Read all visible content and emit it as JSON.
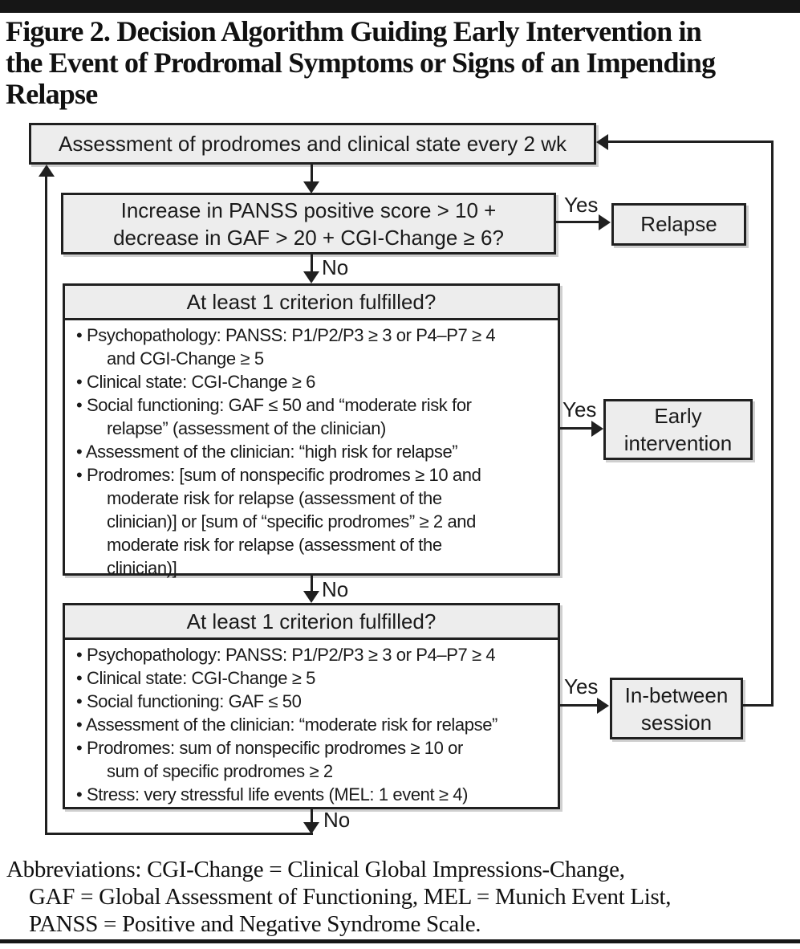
{
  "title": {
    "lines": [
      "Figure 2. Decision Algorithm Guiding Early Intervention in",
      "the Event of Prodromal Symptoms or Signs of an Impending",
      "Relapse"
    ]
  },
  "flow": {
    "assessment": {
      "label": "Assessment of prodromes and clinical state every 2 wk"
    },
    "question": {
      "lines": [
        "Increase in PANSS positive score > 10 +",
        "decrease in GAF > 20 + CGI-Change ≥ 6?"
      ]
    },
    "labels": {
      "yes": "Yes",
      "no": "No"
    },
    "relapse": {
      "label": "Relapse"
    },
    "early": {
      "lines": [
        "Early",
        "intervention"
      ]
    },
    "inbetween": {
      "lines": [
        "In-between",
        "session"
      ]
    },
    "criteria1": {
      "header": "At least 1 criterion fulfilled?",
      "items": [
        [
          "Psychopathology: PANSS: P1/P2/P3 ≥ 3 or P4–P7 ≥ 4",
          "and CGI-Change ≥ 5"
        ],
        [
          "Clinical state: CGI-Change ≥ 6"
        ],
        [
          "Social functioning: GAF ≤ 50 and “moderate risk for",
          "relapse” (assessment of the clinician)"
        ],
        [
          "Assessment of the clinician: “high risk for relapse”"
        ],
        [
          "Prodromes: [sum of nonspecific prodromes ≥ 10 and",
          "moderate risk for relapse (assessment of the",
          "clinician)] or [sum of “specific prodromes” ≥ 2 and",
          "moderate risk for relapse (assessment of the",
          "clinician)]"
        ]
      ]
    },
    "criteria2": {
      "header": "At least 1 criterion fulfilled?",
      "items": [
        [
          "Psychopathology: PANSS: P1/P2/P3 ≥ 3 or P4–P7 ≥ 4"
        ],
        [
          "Clinical state: CGI-Change ≥ 5"
        ],
        [
          "Social functioning: GAF ≤ 50"
        ],
        [
          "Assessment of the clinician: “moderate risk for relapse”"
        ],
        [
          "Prodromes: sum of nonspecific prodromes ≥ 10 or",
          "sum of specific prodromes ≥ 2"
        ],
        [
          "Stress: very stressful life events (MEL: 1 event ≥ 4)"
        ]
      ]
    }
  },
  "abbreviations": {
    "lines": [
      "Abbreviations: CGI-Change = Clinical Global Impressions-Change,",
      "GAF = Global Assessment of Functioning, MEL = Munich Event List,",
      "PANSS = Positive and Negative Syndrome Scale."
    ]
  },
  "colors": {
    "box_fill": "#ededed",
    "box_border": "#202020",
    "line": "#202020",
    "top_bar": "#161616",
    "body_fill": "#ffffff",
    "text": "#1a1a1a"
  }
}
